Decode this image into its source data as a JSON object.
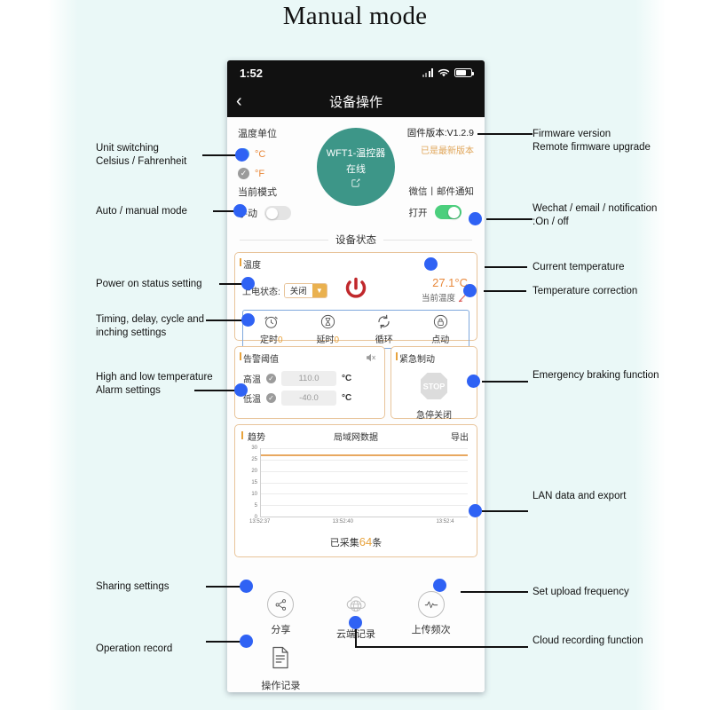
{
  "page": {
    "title": "Manual mode"
  },
  "phone": {
    "statusbar": {
      "time": "1:52",
      "signal_icon": "cellular-bars-icon",
      "wifi_icon": "wifi-icon",
      "battery_icon": "battery-icon"
    },
    "navbar": {
      "back_icon": "chevron-left-icon",
      "title": "设备操作"
    },
    "unit": {
      "label": "温度单位",
      "options": [
        {
          "label": "°C",
          "selected": true
        },
        {
          "label": "°F",
          "selected": false
        }
      ]
    },
    "device": {
      "name": "WFT1-温控器",
      "status": "在线",
      "edit_icon": "edit-square-icon"
    },
    "firmware": {
      "version": "固件版本:V1.2.9",
      "update_status": "已是最新版本"
    },
    "mode": {
      "label": "当前模式",
      "value": "手动",
      "toggle_on": false
    },
    "notification": {
      "label": "微信丨邮件通知",
      "value": "打开",
      "toggle_on": true
    },
    "section_device_status": "设备状态",
    "temperature_card": {
      "title": "温度",
      "power_state_label": "上电状态:",
      "power_state_value": "关闭",
      "power_icon": "power-button-icon",
      "current_temp": "27.1°C",
      "current_temp_label": "当前温度",
      "edit_icon": "pencil-icon",
      "functions": [
        {
          "icon": "alarm-clock-icon",
          "label": "定时",
          "value": "0"
        },
        {
          "icon": "hourglass-icon",
          "label": "延时",
          "value": "0"
        },
        {
          "icon": "cycle-arrows-icon",
          "label": "循环",
          "value": ""
        },
        {
          "icon": "lock-icon",
          "label": "点动",
          "value": ""
        }
      ]
    },
    "alarm_card": {
      "title": "告警阈值",
      "mute_icon": "speaker-mute-icon",
      "rows": [
        {
          "label": "高温",
          "value": "110.0",
          "unit": "°C",
          "checked": true
        },
        {
          "label": "低温",
          "value": "-40.0",
          "unit": "°C",
          "checked": true
        }
      ]
    },
    "emergency_card": {
      "title": "紧急制动",
      "icon": "stop-sign-icon",
      "icon_text": "STOP",
      "caption": "急停关闭"
    },
    "trend_card": {
      "title": "趋势",
      "center_title": "局域网数据",
      "export": "导出",
      "collected_prefix": "已采集",
      "collected_count": "64",
      "collected_suffix": "条"
    },
    "bottom_icons": [
      {
        "icon": "share-nodes-icon",
        "label": "分享"
      },
      {
        "icon": "cloud-globe-icon",
        "label": "云端记录"
      },
      {
        "icon": "waveform-icon",
        "label": "上传频次"
      },
      {
        "icon": "document-icon",
        "label": "操作记录"
      }
    ]
  },
  "chart_data": {
    "type": "line",
    "title": "局域网数据",
    "xlabel": "",
    "ylabel": "",
    "ylim": [
      0,
      30
    ],
    "yticks": [
      0,
      5,
      10,
      15,
      20,
      25,
      30
    ],
    "xticks": [
      "13:52:37",
      "13:52:40",
      "13:52:4"
    ],
    "grid": true,
    "legend": "none",
    "series": [
      {
        "name": "温度",
        "color": "#e8a860",
        "constant_value": 27.1,
        "x": [
          "13:52:37",
          "13:52:40",
          "13:52:43"
        ],
        "values": [
          27.1,
          27.1,
          27.1
        ]
      }
    ]
  },
  "annotations": {
    "left": [
      {
        "id": "unit-switching",
        "text": "Unit switching\nCelsius / Fahrenheit"
      },
      {
        "id": "auto-manual-mode",
        "text": "Auto / manual mode"
      },
      {
        "id": "power-on-status",
        "text": "Power on status setting"
      },
      {
        "id": "timing-settings",
        "text": "Timing, delay, cycle and\ninching settings"
      },
      {
        "id": "alarm-settings",
        "text": "High and low temperature\nAlarm settings"
      },
      {
        "id": "sharing-settings",
        "text": "Sharing settings"
      },
      {
        "id": "operation-record",
        "text": "Operation record"
      }
    ],
    "right": [
      {
        "id": "firmware",
        "text": "Firmware version\nRemote firmware upgrade"
      },
      {
        "id": "wechat-notify",
        "text": "Wechat / email / notification\n:On / off"
      },
      {
        "id": "current-temperature",
        "text": "Current temperature"
      },
      {
        "id": "temperature-correction",
        "text": "Temperature correction"
      },
      {
        "id": "emergency-braking",
        "text": "Emergency braking function"
      },
      {
        "id": "lan-data-export",
        "text": "LAN data and export"
      },
      {
        "id": "upload-frequency",
        "text": "Set upload frequency"
      },
      {
        "id": "cloud-recording",
        "text": "Cloud recording function"
      }
    ]
  }
}
